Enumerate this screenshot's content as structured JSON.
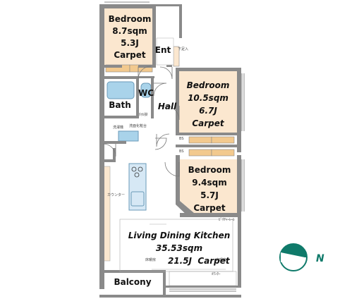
{
  "rooms": {
    "bedroom1": {
      "name": "Bedroom",
      "area": "8.7sqm",
      "jo": "5.3J",
      "floor": "Carpet"
    },
    "bedroom2": {
      "name": "Bedroom",
      "area": "10.5sqm",
      "jo": "6.7J",
      "floor": "Carpet"
    },
    "bedroom3": {
      "name": "Bedroom",
      "area": "9.4sqm",
      "jo": "5.7J",
      "floor": "Carpet"
    },
    "ldk": {
      "name": "Living Dining Kitchen",
      "area": "35.53sqm",
      "jo": "21.5J",
      "floor": "Carpet"
    },
    "entrance": "Ent",
    "wc": "WC",
    "bath": "Bath",
    "hall": "Hall",
    "balcony": "Balcony"
  },
  "compass": {
    "label": "N",
    "accent": "#0f7a6a"
  },
  "colors": {
    "bedroom_fill": "#fbe7cf",
    "wall": "#8a8a8a",
    "door_panel": "#f2c98e",
    "bath_fill": "#a9d3ea",
    "kitchen_fill": "#d6e8f5"
  }
}
